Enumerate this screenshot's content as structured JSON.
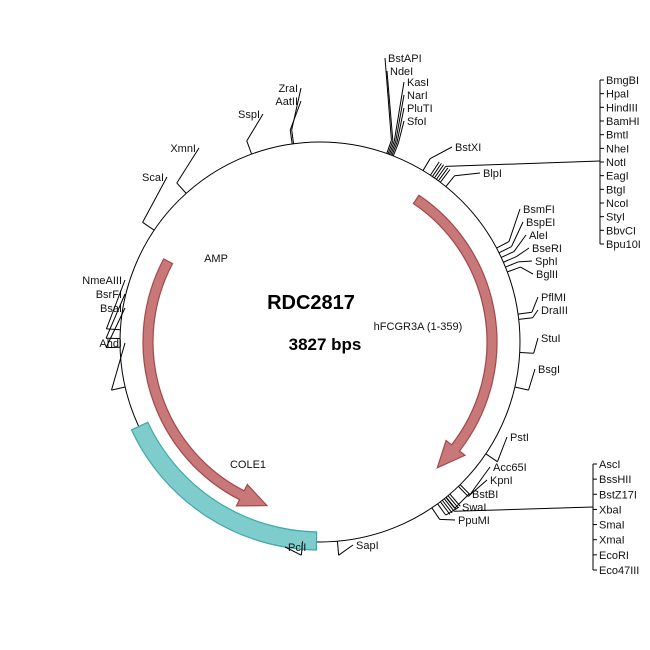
{
  "plasmid": {
    "name": "RDC2817",
    "size_label": "3827 bps",
    "length_bp": 3827
  },
  "colors": {
    "backbone": "#000000",
    "cds": "#c87878",
    "cds_stroke": "#a24848",
    "ori": "#7fcccc",
    "ori_stroke": "#3fa8a8"
  },
  "features": [
    {
      "name": "AMP",
      "type": "arrow",
      "start_deg": 298,
      "end_deg": 198,
      "direction": "ccw",
      "color": "#c87878"
    },
    {
      "name": "hFCGR3A (1-359)",
      "type": "arrow",
      "start_deg": 34,
      "end_deg": 137,
      "direction": "cw",
      "color": "#c87878"
    },
    {
      "name": "COLE1",
      "type": "block",
      "start_deg": 181,
      "end_deg": 245,
      "color": "#7fcccc"
    }
  ],
  "sites": [
    {
      "name": "BstAPI",
      "angle": 19.5
    },
    {
      "name": "NdeI",
      "angle": 19.9
    },
    {
      "name": "KasI",
      "angle": 20.3
    },
    {
      "name": "NarI",
      "angle": 20.7
    },
    {
      "name": "PluTI",
      "angle": 21.1
    },
    {
      "name": "SfoI",
      "angle": 21.5
    },
    {
      "name": "BstXI",
      "angle": 31
    },
    {
      "name": "BlpI",
      "angle": 39
    },
    {
      "name": "BsmFI",
      "angle": 62
    },
    {
      "name": "BspEI",
      "angle": 63.5
    },
    {
      "name": "AleI",
      "angle": 65
    },
    {
      "name": "BseRI",
      "angle": 66.5
    },
    {
      "name": "SphI",
      "angle": 68
    },
    {
      "name": "BglII",
      "angle": 69.5
    },
    {
      "name": "PflMI",
      "angle": 82
    },
    {
      "name": "DraIII",
      "angle": 83.5
    },
    {
      "name": "StuI",
      "angle": 93
    },
    {
      "name": "BsgI",
      "angle": 103
    },
    {
      "name": "PstI",
      "angle": 124
    },
    {
      "name": "Acc65I",
      "angle": 135.5
    },
    {
      "name": "KpnI",
      "angle": 136.2
    },
    {
      "name": "BstBI",
      "angle": 141
    },
    {
      "name": "SwaI",
      "angle": 144
    },
    {
      "name": "PpuMI",
      "angle": 146
    },
    {
      "name": "SapI",
      "angle": 175
    },
    {
      "name": "PciI",
      "angle": 185
    },
    {
      "name": "AhdI",
      "angle": 257
    },
    {
      "name": "BsaI",
      "angle": 268.5
    },
    {
      "name": "BsrFI",
      "angle": 271
    },
    {
      "name": "NmeAIII",
      "angle": 273.5
    },
    {
      "name": "ScaI",
      "angle": 304
    },
    {
      "name": "XmnI",
      "angle": 318
    },
    {
      "name": "SspI",
      "angle": 340
    },
    {
      "name": "AatII",
      "angle": 352
    },
    {
      "name": "ZraI",
      "angle": 352.4
    }
  ],
  "site_groups": [
    {
      "names": [
        "BmgBI",
        "HpaI",
        "HindIII",
        "BamHI",
        "BmtI",
        "NheI",
        "NotI",
        "EagI",
        "BtgI",
        "NcoI",
        "StyI",
        "BbvCI",
        "Bpu10I"
      ],
      "angles": [
        33.5,
        34.2,
        34.9,
        35.6,
        36.3,
        37
      ]
    },
    {
      "names": [
        "AscI",
        "BssHII",
        "BstZ17I",
        "XbaI",
        "SmaI",
        "XmaI",
        "EcoRI",
        "Eco47III"
      ],
      "angles": [
        139.5,
        140.2,
        140.9,
        141.6,
        142.3,
        143
      ]
    }
  ]
}
